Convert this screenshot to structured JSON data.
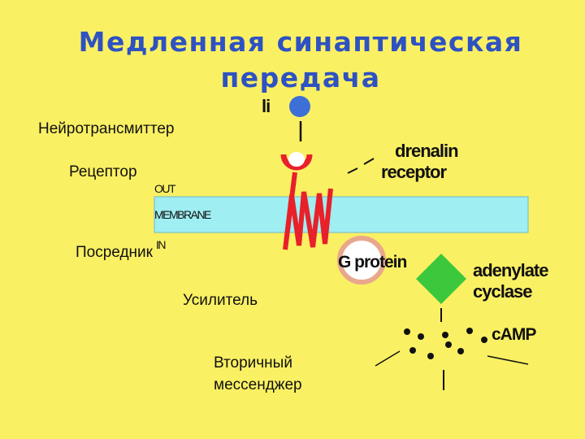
{
  "title_line1": "Медленная синаптическая",
  "title_line2": "передача",
  "labels": {
    "neurotransmitter": "Нейротрансмиттер",
    "receptor": "Рецептор",
    "mediator": "Посредник",
    "amplifier": "Усилитель",
    "second_messenger_line1": "Вторичный",
    "second_messenger_line2": "мессенджер"
  },
  "diagram": {
    "ligand": "li",
    "receptor_line1": "drenalin",
    "receptor_line2": "receptor",
    "out": "OUT",
    "membrane": "MEMBRANE",
    "in": "IN",
    "g_protein": "G protein",
    "enzyme_line1": "adenylate",
    "enzyme_line2": "cyclase",
    "messenger": "cAMP"
  },
  "colors": {
    "background": "#FAF063",
    "title": "#2E52C2",
    "membrane": "#9EEEF2",
    "ligand": "#3D6FD6",
    "receptor": "#E8202A",
    "g_protein_ring": "#E8A88C",
    "enzyme": "#3CC83C"
  }
}
